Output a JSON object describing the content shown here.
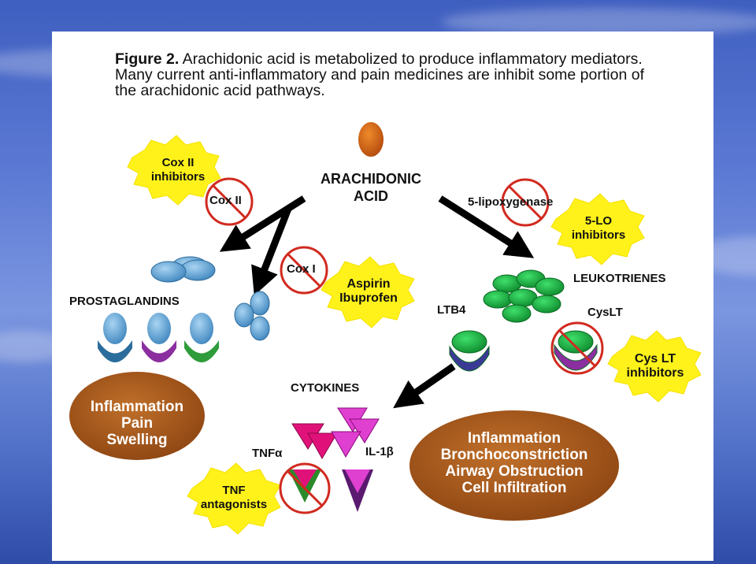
{
  "caption": {
    "figure_label": "Figure 2.",
    "text": "Arachidonic acid is metabolized to produce inflammatory mediators.  Many current anti-inflammatory and pain medicines are inhibit some portion of the arachidonic acid pathways."
  },
  "nodes": {
    "arachidonic_line1": "ARACHIDONIC",
    "arachidonic_line2": "ACID",
    "prostaglandins": "PROSTAGLANDINS",
    "leukotrienes": "LEUKOTRIENES",
    "ltb4": "LTB4",
    "cyslt": "CysLT",
    "cytokines": "CYTOKINES",
    "tnfa": "TNFα",
    "il1b": "IL-1β"
  },
  "enzymes": {
    "cox2": "Cox II",
    "cox1": "Cox I",
    "lipoxygenase": "5-lipoxygenase"
  },
  "inhibitors": {
    "cox2_line1": "Cox II",
    "cox2_line2": "inhibitors",
    "aspirin_line1": "Aspirin",
    "aspirin_line2": "Ibuprofen",
    "lo_line1": "5-LO",
    "lo_line2": "inhibitors",
    "cyslt_line1": "Cys LT",
    "cyslt_line2": "inhibitors",
    "tnf_line1": "TNF",
    "tnf_line2": "antagonists"
  },
  "outcomes": {
    "left_line1": "Inflammation",
    "left_line2": "Pain",
    "left_line3": "Swelling",
    "right_line1": "Inflammation",
    "right_line2": "Bronchoconstriction",
    "right_line3": "Airway Obstruction",
    "right_line4": "Cell Infiltration"
  },
  "colors": {
    "orange_oval": "#a9541a",
    "prostaglandin_blue": "#6aa9d6",
    "leukotriene_green": "#22b24a",
    "cytokine_magenta": "#e0127a",
    "star_yellow": "#fff21a",
    "no_sign_red": "#d12a1f"
  }
}
